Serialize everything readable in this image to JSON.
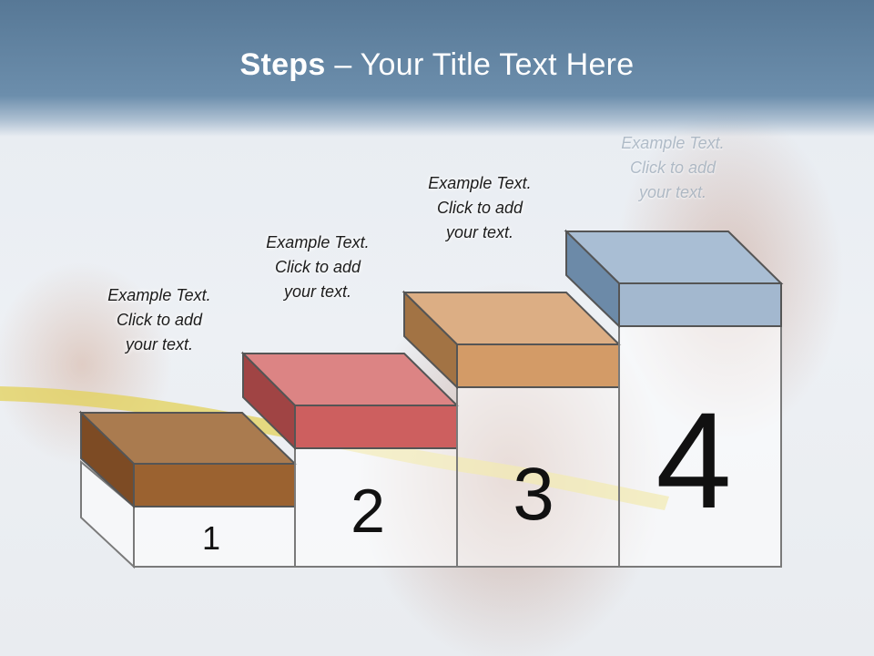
{
  "slide": {
    "title_bold": "Steps",
    "title_rest": " – Your Title Text Here"
  },
  "steps": [
    {
      "number": "1",
      "caption_lines": [
        "Example Text.",
        "Click  to add",
        "your text."
      ],
      "color": "#9b6230"
    },
    {
      "number": "2",
      "caption_lines": [
        "Example Text.",
        "Click  to add",
        "your text."
      ],
      "color": "#cd5f5f"
    },
    {
      "number": "3",
      "caption_lines": [
        "Example Text.",
        "Click  to add",
        "your text."
      ],
      "color": "#d39b67"
    },
    {
      "number": "4",
      "caption_lines": [
        "Example Text.",
        "Click  to add",
        "your text."
      ],
      "color": "#a3b8cf"
    }
  ]
}
